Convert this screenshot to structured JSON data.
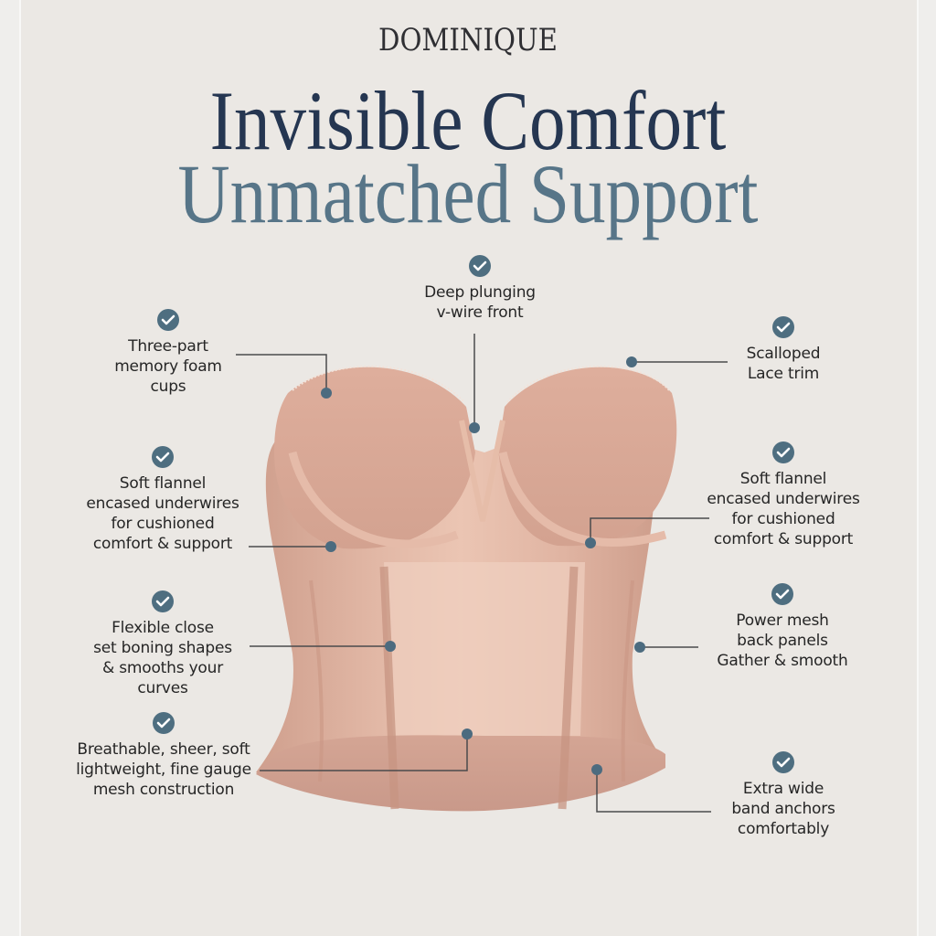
{
  "brand": "DOMINIQUE",
  "headline": {
    "line1": "Invisible Comfort",
    "line2": "Unmatched Support"
  },
  "colors": {
    "background": "#ebe8e4",
    "headline_dark": "#253651",
    "headline_light": "#577588",
    "accent_check": "#4e6e80",
    "callout_line": "#4a4a4c",
    "garment": "#d8ab98"
  },
  "features": {
    "center_top": {
      "icon": "check-circle-icon",
      "text": "Deep plunging\nv-wire front"
    },
    "left": [
      {
        "icon": "check-circle-icon",
        "text": "Three-part\nmemory foam\ncups"
      },
      {
        "icon": "check-circle-icon",
        "text": "Soft flannel\nencased underwires\nfor cushioned\ncomfort & support"
      },
      {
        "icon": "check-circle-icon",
        "text": "Flexible close\nset boning shapes\n& smooths your\ncurves"
      },
      {
        "icon": "check-circle-icon",
        "text": "Breathable, sheer, soft\nlightweight, fine gauge\nmesh construction"
      }
    ],
    "right": [
      {
        "icon": "check-circle-icon",
        "text": "Scalloped\nLace trim"
      },
      {
        "icon": "check-circle-icon",
        "text": "Soft flannel\nencased underwires\nfor cushioned\ncomfort & support"
      },
      {
        "icon": "check-circle-icon",
        "text": "Power mesh\nback panels\nGather & smooth"
      },
      {
        "icon": "check-circle-icon",
        "text": "Extra wide\nband anchors\ncomfortably"
      }
    ]
  },
  "product_image": {
    "icon": "strapless-bustier-illustration"
  }
}
